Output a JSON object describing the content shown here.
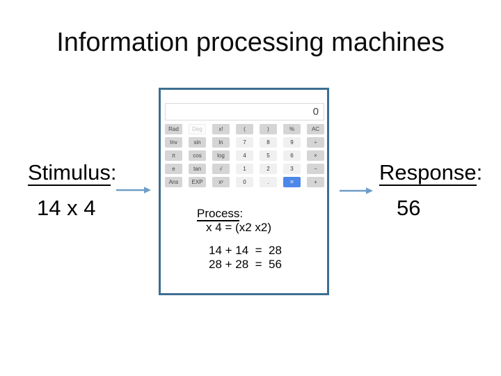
{
  "title": "Information processing machines",
  "stimulus": {
    "label": "Stimulus",
    "colon": ":",
    "value": "14 x 4"
  },
  "response": {
    "label": "Response",
    "colon": ":",
    "value": "56"
  },
  "process": {
    "label": "Process",
    "colon": ":",
    "formula": "x 4 = (x2 x2)",
    "steps": [
      "14 + 14  =  28",
      "28 + 28  =  56"
    ]
  },
  "calculator": {
    "display": "0",
    "buttons": [
      {
        "label": "Rad",
        "kind": "fn"
      },
      {
        "label": "Deg",
        "kind": "mode"
      },
      {
        "label": "x!",
        "kind": "fn"
      },
      {
        "label": "(",
        "kind": "fn"
      },
      {
        "label": ")",
        "kind": "fn"
      },
      {
        "label": "%",
        "kind": "fn"
      },
      {
        "label": "AC",
        "kind": "fn"
      },
      {
        "label": "Inv",
        "kind": "fn"
      },
      {
        "label": "sin",
        "kind": "fn"
      },
      {
        "label": "ln",
        "kind": "fn"
      },
      {
        "label": "7",
        "kind": "num"
      },
      {
        "label": "8",
        "kind": "num"
      },
      {
        "label": "9",
        "kind": "num"
      },
      {
        "label": "÷",
        "kind": "fn"
      },
      {
        "label": "π",
        "kind": "fn"
      },
      {
        "label": "cos",
        "kind": "fn"
      },
      {
        "label": "log",
        "kind": "fn"
      },
      {
        "label": "4",
        "kind": "num"
      },
      {
        "label": "5",
        "kind": "num"
      },
      {
        "label": "6",
        "kind": "num"
      },
      {
        "label": "×",
        "kind": "fn"
      },
      {
        "label": "e",
        "kind": "fn"
      },
      {
        "label": "tan",
        "kind": "fn"
      },
      {
        "label": "√",
        "kind": "fn"
      },
      {
        "label": "1",
        "kind": "num"
      },
      {
        "label": "2",
        "kind": "num"
      },
      {
        "label": "3",
        "kind": "num"
      },
      {
        "label": "−",
        "kind": "fn"
      },
      {
        "label": "Ans",
        "kind": "fn"
      },
      {
        "label": "EXP",
        "kind": "fn"
      },
      {
        "label": "xʸ",
        "kind": "fn"
      },
      {
        "label": "0",
        "kind": "num"
      },
      {
        "label": ".",
        "kind": "num"
      },
      {
        "label": "=",
        "kind": "eq"
      },
      {
        "label": "+",
        "kind": "fn"
      }
    ]
  },
  "colors": {
    "box_border": "#3d6e91",
    "arrow": "#6f9dc8",
    "equals_blue": "#4d87e8"
  }
}
